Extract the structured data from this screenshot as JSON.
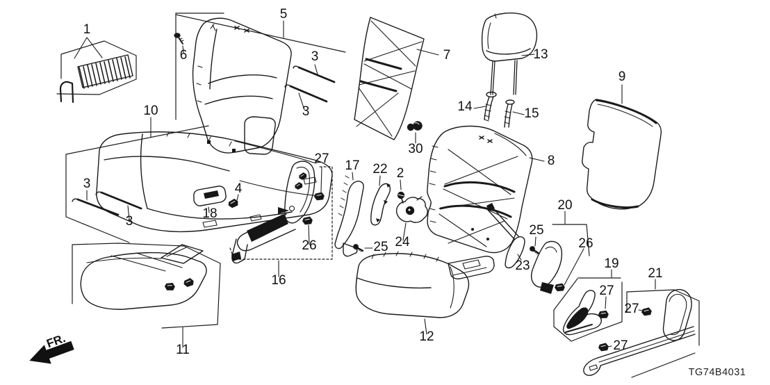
{
  "diagram": {
    "code": "TG74B4031",
    "front_marker": "FR.",
    "callouts": [
      {
        "part": "1"
      },
      {
        "part": "5"
      },
      {
        "part": "6"
      },
      {
        "part": "3"
      },
      {
        "part": "3"
      },
      {
        "part": "7"
      },
      {
        "part": "13"
      },
      {
        "part": "14"
      },
      {
        "part": "15"
      },
      {
        "part": "9"
      },
      {
        "part": "30"
      },
      {
        "part": "10"
      },
      {
        "part": "3"
      },
      {
        "part": "3"
      },
      {
        "part": "18"
      },
      {
        "part": "4"
      },
      {
        "part": "27"
      },
      {
        "part": "17"
      },
      {
        "part": "22"
      },
      {
        "part": "2"
      },
      {
        "part": "26"
      },
      {
        "part": "25"
      },
      {
        "part": "24"
      },
      {
        "part": "8"
      },
      {
        "part": "20"
      },
      {
        "part": "25"
      },
      {
        "part": "26"
      },
      {
        "part": "23"
      },
      {
        "part": "19"
      },
      {
        "part": "27"
      },
      {
        "part": "27"
      },
      {
        "part": "21"
      },
      {
        "part": "27"
      },
      {
        "part": "16"
      },
      {
        "part": "11"
      },
      {
        "part": "12"
      }
    ]
  }
}
